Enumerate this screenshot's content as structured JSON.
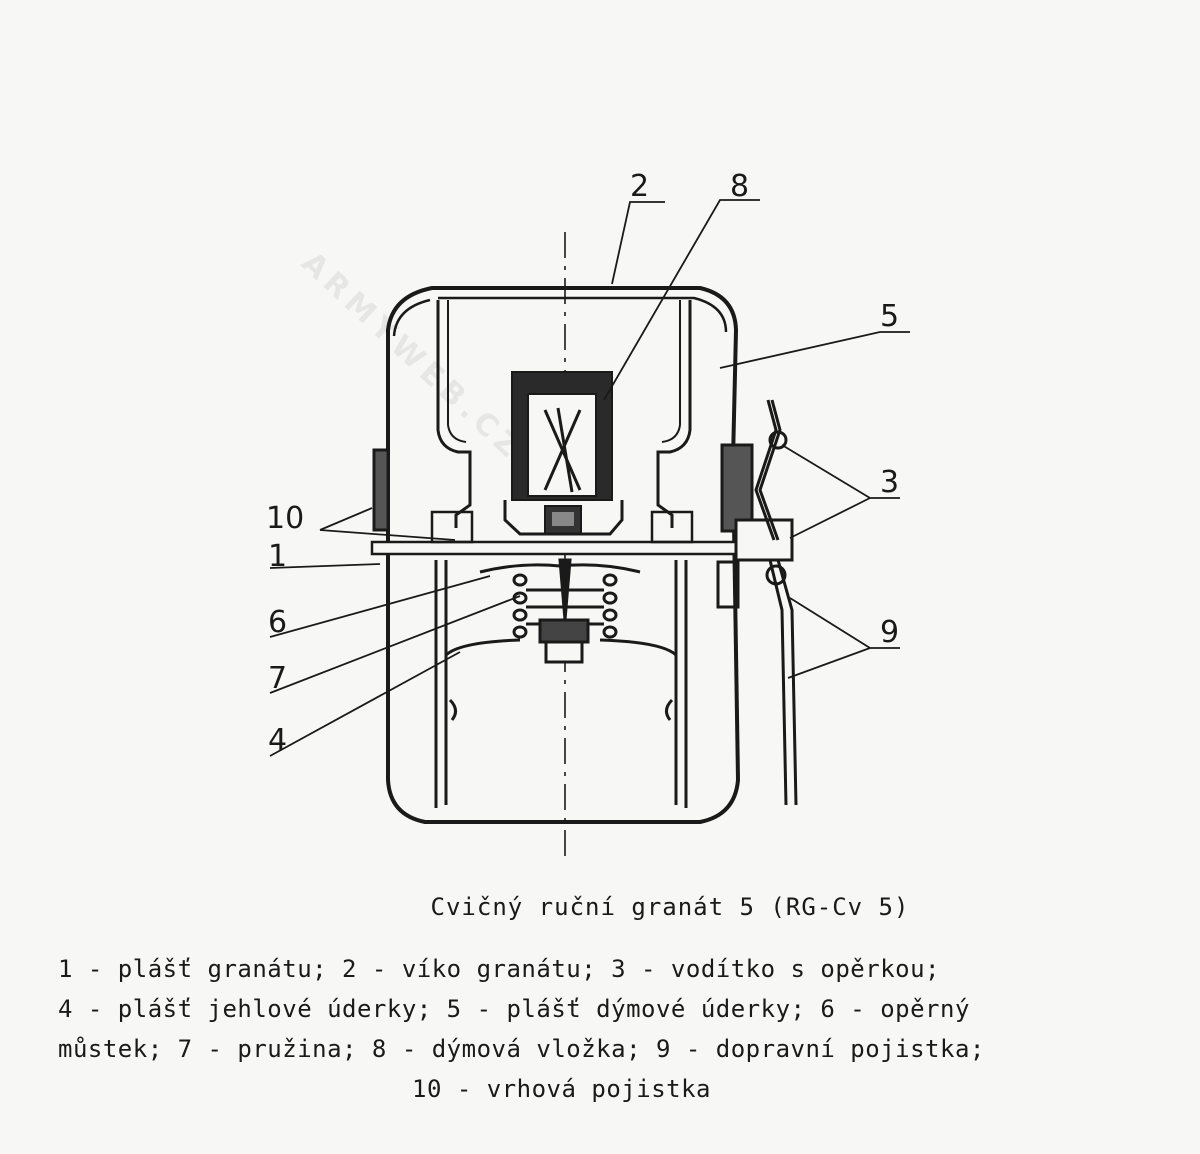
{
  "diagram": {
    "watermark": "ARMYWEB.CZ",
    "callouts": [
      "2",
      "8",
      "5",
      "3",
      "10",
      "1",
      "6",
      "7",
      "4",
      "9"
    ]
  },
  "caption": "Cvičný ruční granát 5 (RG-Cv 5)",
  "legend": {
    "lines": [
      "1 - plášť granátu; 2 - víko granátu; 3 - vodítko s opěrkou;",
      "4 - plášť jehlové úderky; 5 - plášť dýmové úderky; 6 - opěrný",
      "můstek; 7 - pružina; 8 - dýmová vložka; 9 - dopravní pojistka;",
      "10 - vrhová pojistka"
    ]
  }
}
